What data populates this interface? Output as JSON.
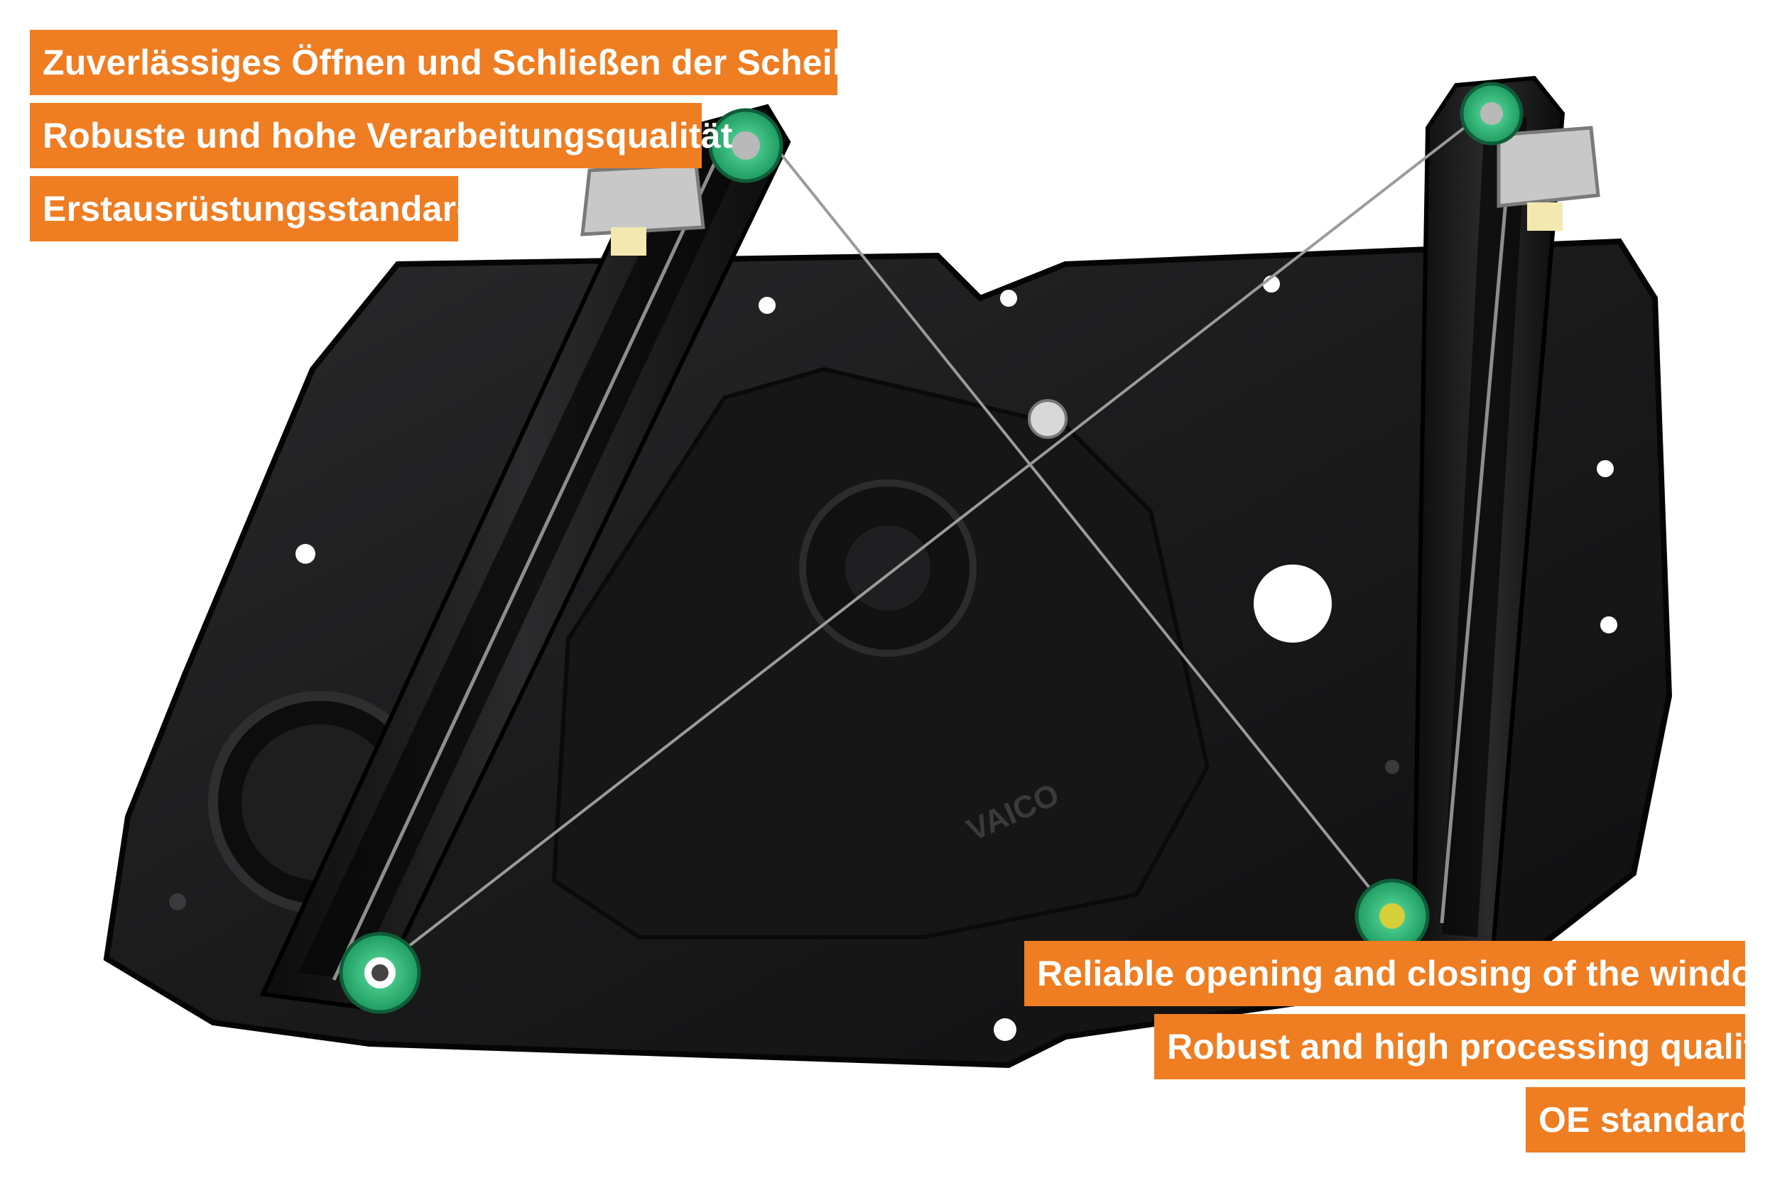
{
  "image": {
    "subject": "window-regulator-door-module",
    "brand_mark": "VAICO"
  },
  "labels_de": [
    "Zuverlässiges Öffnen und Schließen der Scheibe",
    "Robuste und hohe Verarbeitungsqualität",
    "Erstausrüstungsstandard"
  ],
  "labels_en": [
    "Reliable opening and closing of the window",
    "Robust and high processing quality",
    "OE standard"
  ],
  "colors": {
    "accent": "#ef7d22",
    "background": "#ffffff",
    "plastic": "#1b1b1c",
    "pulley": "#2bb673"
  }
}
